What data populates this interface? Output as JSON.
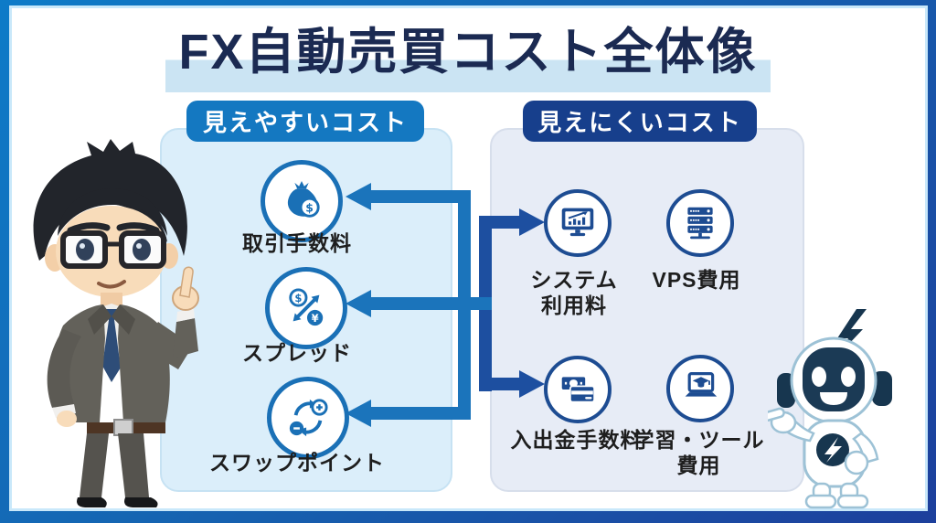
{
  "title": "FX自動売買コスト全体像",
  "left_panel": {
    "header": "見えやすいコスト",
    "items": [
      {
        "label": "取引手数料",
        "icon": "money-bag-icon"
      },
      {
        "label": "スプレッド",
        "icon": "currency-exchange-icon"
      },
      {
        "label": "スワップポイント",
        "icon": "swap-plus-minus-icon"
      }
    ]
  },
  "right_panel": {
    "header": "見えにくいコスト",
    "items": [
      {
        "label": "システム\n利用料",
        "icon": "monitor-chart-icon"
      },
      {
        "label": "VPS費用",
        "icon": "server-icon"
      },
      {
        "label": "入出金手数料",
        "icon": "banknote-card-icon"
      },
      {
        "label": "学習・ツール\n費用",
        "icon": "laptop-graduation-icon"
      }
    ]
  },
  "characters": {
    "left": "businessman-mascot",
    "right": "robot-mascot"
  },
  "colors": {
    "frame_top": "#0e7bc8",
    "frame_bottom": "#1d3f9c",
    "title_text": "#1b2a52",
    "title_highlight": "#cbe4f3",
    "left_header_bg": "#1478c1",
    "right_header_bg": "#173f8c",
    "left_panel_bg": "#dbeefa",
    "right_panel_bg": "#e7ecf6",
    "left_accent": "#1a70b6",
    "right_accent": "#1d4c92",
    "left_arrow": "#1b74bb",
    "right_arrow": "#1d4fa0"
  }
}
